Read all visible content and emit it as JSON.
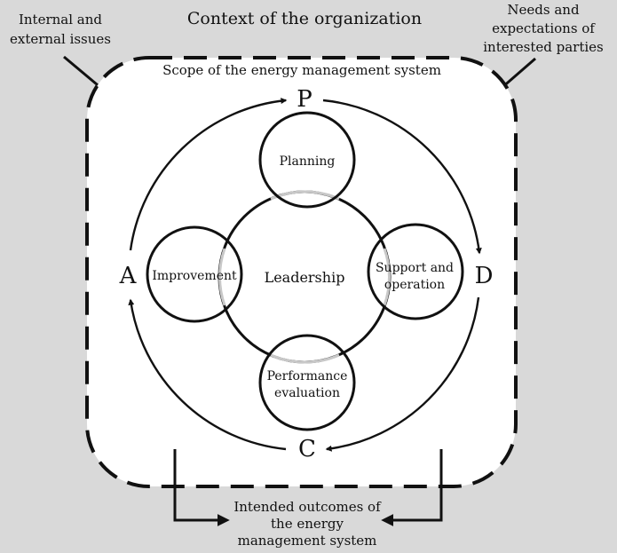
{
  "diagram": {
    "title": "Context of the organization",
    "left_input": [
      "Internal and",
      "external issues"
    ],
    "right_input": [
      "Needs and",
      "expectations of",
      "interested parties"
    ],
    "scope_label": "Scope of the energy management system",
    "cycle": {
      "p": "P",
      "d": "D",
      "c": "C",
      "a": "A"
    },
    "center": "Leadership",
    "nodes": {
      "planning": [
        "Planning"
      ],
      "support": [
        "Support and",
        "operation"
      ],
      "performance": [
        "Performance",
        "evaluation"
      ],
      "improvement": [
        "Improvement"
      ]
    },
    "outcome": [
      "Intended outcomes of",
      "the energy",
      "management system"
    ]
  },
  "colors": {
    "background": "#d9d9d9",
    "scope_fill": "#ffffff",
    "ink": "#111111",
    "inner_ring": "#c8c8c8"
  }
}
